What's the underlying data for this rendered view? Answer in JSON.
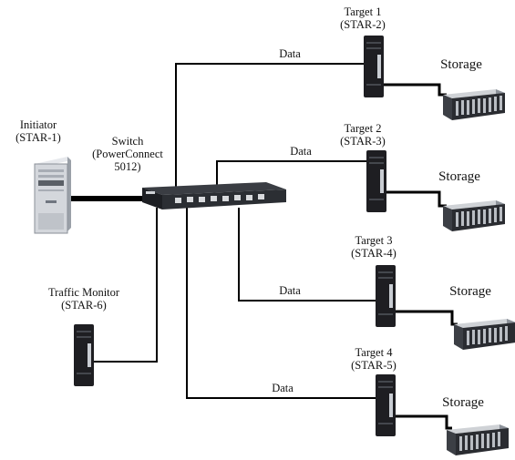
{
  "initiator": {
    "name": "Initiator",
    "host": "(STAR-1)"
  },
  "switch": {
    "name": "Switch",
    "model": "(PowerConnect",
    "model2": "5012)"
  },
  "monitor": {
    "name": "Traffic Monitor",
    "host": "(STAR-6)"
  },
  "targets": [
    {
      "name": "Target 1",
      "host": "(STAR-2)",
      "link": "Data",
      "storage": "Storage"
    },
    {
      "name": "Target 2",
      "host": "(STAR-3)",
      "link": "Data",
      "storage": "Storage"
    },
    {
      "name": "Target 3",
      "host": "(STAR-4)",
      "link": "Data",
      "storage": "Storage"
    },
    {
      "name": "Target 4",
      "host": "(STAR-5)",
      "link": "Data",
      "storage": "Storage"
    }
  ],
  "colors": {
    "wire": "#000000",
    "device_dark": "#1e1e22",
    "device_light": "#c9cdd3"
  }
}
